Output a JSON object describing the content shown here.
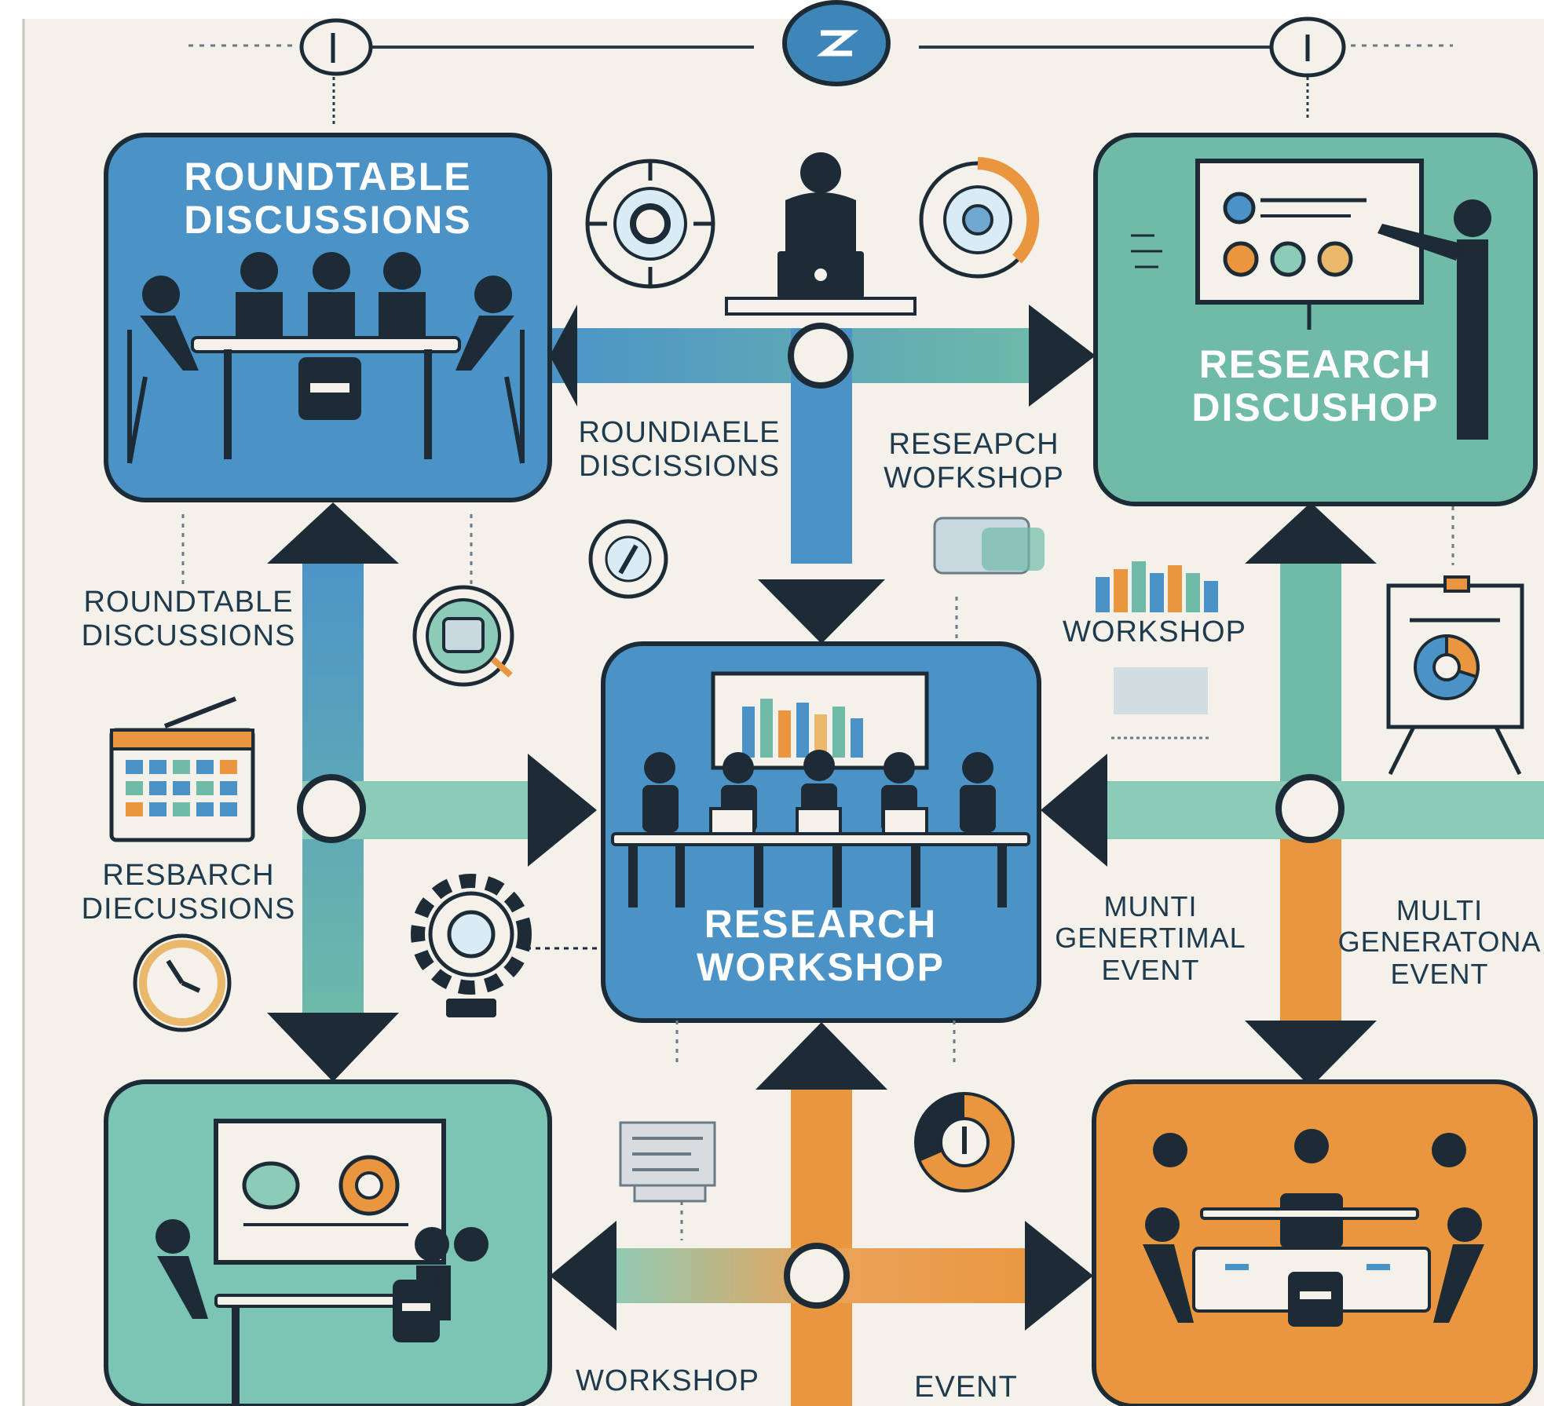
{
  "palette": {
    "page": "#f4f1ea",
    "blue": "#4b93c7",
    "teal": "#6fbba8",
    "orange": "#ea963f",
    "dark": "#1d2b36",
    "arrow": "#1d2b36",
    "text": "#1f3a4d"
  },
  "boxes": {
    "top_left": {
      "line1": "ROUNDTABLE",
      "line2": "DISCUSSIONS"
    },
    "top_right": {
      "line1": "RESEARCH",
      "line2": "DISCUSHOP"
    },
    "center": {
      "line1": "RESEARCH",
      "line2": "WORKSHOP"
    }
  },
  "labels": {
    "mid_top_a": {
      "line1": "ROUNDIAELE",
      "line2": "DISCISSIONS"
    },
    "mid_top_b": {
      "line1": "RESEAPCH",
      "line2": "WOFKSHOP"
    },
    "left_a": {
      "line1": "ROUNDTABLE",
      "line2": "DISCUSSIONS"
    },
    "left_b": {
      "line1": "RESBARCH",
      "line2": "DIECUSSIONS"
    },
    "right_workshop": "WORKSHOP",
    "right_a": {
      "line1": "MUNTI",
      "line2": "GENERTIMAL",
      "line3": "EVENT"
    },
    "right_b": {
      "line1": "MULTI",
      "line2": "GENERATONA",
      "line3": "EVENT"
    },
    "bottom_a": "WORKSHOP",
    "bottom_b": "EVENT"
  },
  "icons": [
    "timeline-node-icon",
    "compass-icon",
    "presenter-laptop-icon",
    "target-icon",
    "calendar-icon",
    "clock-icon",
    "gear-icon",
    "flipchart-pie-icon",
    "donut-chart-icon",
    "document-icon",
    "bar-chart-icon"
  ]
}
